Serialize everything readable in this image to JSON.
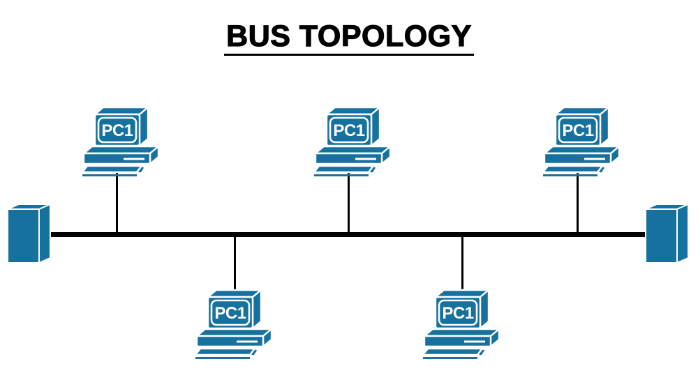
{
  "title": "BUS TOPOLOGY",
  "colors": {
    "device": "#16719e",
    "device_outline": "#ffffff",
    "connector": "#000000",
    "background": "#ffffff",
    "title": "#000000"
  },
  "diagram": {
    "type": "bus-topology",
    "bus": {
      "orientation": "horizontal"
    },
    "terminators": [
      {
        "id": "terminator-left"
      },
      {
        "id": "terminator-right"
      }
    ],
    "nodes": [
      {
        "id": "pc-top-left",
        "label": "PC1",
        "side": "above-bus"
      },
      {
        "id": "pc-top-center",
        "label": "PC1",
        "side": "above-bus"
      },
      {
        "id": "pc-top-right",
        "label": "PC1",
        "side": "above-bus"
      },
      {
        "id": "pc-bottom-left",
        "label": "PC1",
        "side": "below-bus"
      },
      {
        "id": "pc-bottom-right",
        "label": "PC1",
        "side": "below-bus"
      }
    ]
  }
}
